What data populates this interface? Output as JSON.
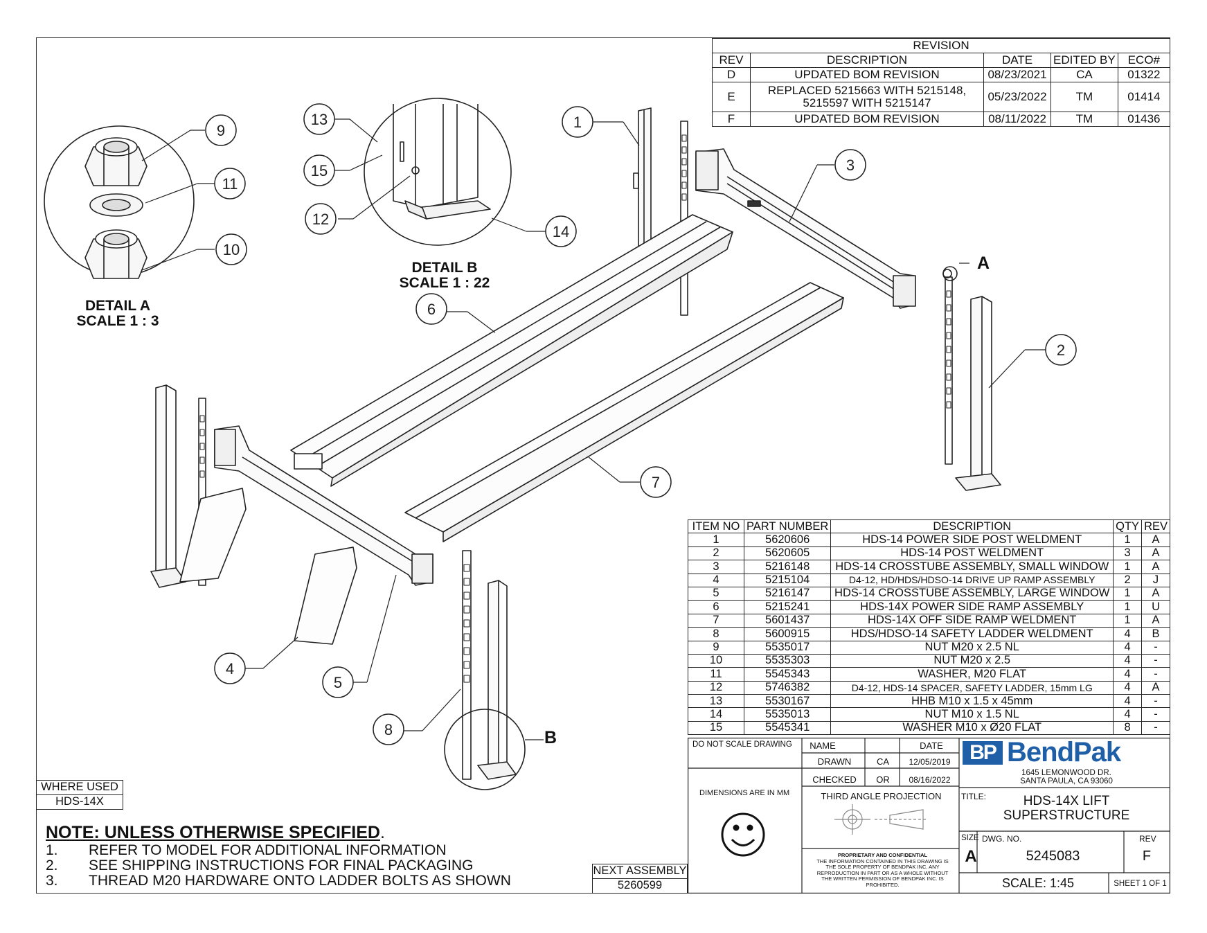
{
  "revision_block": {
    "title": "REVISION",
    "headers": [
      "REV",
      "DESCRIPTION",
      "DATE",
      "EDITED BY",
      "ECO#"
    ],
    "rows": [
      {
        "rev": "D",
        "description": "UPDATED BOM REVISION",
        "date": "08/23/2021",
        "edited_by": "CA",
        "eco": "01322"
      },
      {
        "rev": "E",
        "description_line1": "REPLACED 5215663 WITH 5215148,",
        "description_line2": "5215597 WITH 5215147",
        "date": "05/23/2022",
        "edited_by": "TM",
        "eco": "01414"
      },
      {
        "rev": "F",
        "description": "UPDATED BOM REVISION",
        "date": "08/11/2022",
        "edited_by": "TM",
        "eco": "01436"
      }
    ]
  },
  "bom": {
    "headers": [
      "ITEM NO",
      "PART NUMBER",
      "DESCRIPTION",
      "QTY",
      "REV"
    ],
    "rows": [
      {
        "item": "1",
        "part": "5620606",
        "desc": "HDS-14 POWER SIDE POST WELDMENT",
        "qty": "1",
        "rev": "A"
      },
      {
        "item": "2",
        "part": "5620605",
        "desc": "HDS-14 POST WELDMENT",
        "qty": "3",
        "rev": "A"
      },
      {
        "item": "3",
        "part": "5216148",
        "desc": "HDS-14 CROSSTUBE ASSEMBLY, SMALL WINDOW",
        "qty": "1",
        "rev": "A"
      },
      {
        "item": "4",
        "part": "5215104",
        "desc": "D4-12, HD/HDS/HDSO-14 DRIVE UP RAMP ASSEMBLY",
        "qty": "2",
        "rev": "J"
      },
      {
        "item": "5",
        "part": "5216147",
        "desc": "HDS-14 CROSSTUBE ASSEMBLY, LARGE WINDOW",
        "qty": "1",
        "rev": "A"
      },
      {
        "item": "6",
        "part": "5215241",
        "desc": "HDS-14X POWER SIDE RAMP ASSEMBLY",
        "qty": "1",
        "rev": "U"
      },
      {
        "item": "7",
        "part": "5601437",
        "desc": "HDS-14X OFF SIDE RAMP WELDMENT",
        "qty": "1",
        "rev": "A"
      },
      {
        "item": "8",
        "part": "5600915",
        "desc": "HDS/HDSO-14 SAFETY LADDER WELDMENT",
        "qty": "4",
        "rev": "B"
      },
      {
        "item": "9",
        "part": "5535017",
        "desc": "NUT M20 x 2.5 NL",
        "qty": "4",
        "rev": "-"
      },
      {
        "item": "10",
        "part": "5535303",
        "desc": "NUT M20 x 2.5",
        "qty": "4",
        "rev": "-"
      },
      {
        "item": "11",
        "part": "5545343",
        "desc": "WASHER, M20 FLAT",
        "qty": "4",
        "rev": "-"
      },
      {
        "item": "12",
        "part": "5746382",
        "desc": "D4-12, HDS-14 SPACER, SAFETY LADDER, 15mm LG",
        "qty": "4",
        "rev": "A"
      },
      {
        "item": "13",
        "part": "5530167",
        "desc": "HHB M10 x 1.5 x 45mm",
        "qty": "4",
        "rev": "-"
      },
      {
        "item": "14",
        "part": "5535013",
        "desc": "NUT M10 x 1.5 NL",
        "qty": "4",
        "rev": "-"
      },
      {
        "item": "15",
        "part": "5545341",
        "desc": "WASHER M10 x Ø20 FLAT",
        "qty": "8",
        "rev": "-"
      }
    ]
  },
  "title_block": {
    "do_not_scale": "DO NOT SCALE DRAWING",
    "name_header": "NAME",
    "date_header": "DATE",
    "drawn_label": "DRAWN",
    "drawn_name": "CA",
    "drawn_date": "12/05/2019",
    "checked_label": "CHECKED",
    "checked_name": "OR",
    "checked_date": "08/16/2022",
    "dimensions_note": "DIMENSIONS ARE IN MM",
    "projection": "THIRD ANGLE PROJECTION",
    "proprietary_title": "PROPRIETARY AND CONFIDENTIAL",
    "proprietary_l1": "THE INFORMATION CONTAINED IN THIS DRAWING IS",
    "proprietary_l2": "THE SOLE PROPERTY OF BENDPAK INC. ANY",
    "proprietary_l3": "REPRODUCTION IN PART OR AS A WHOLE WITHOUT",
    "proprietary_l4": "THE WRITTEN PERMISSION OF BENDPAK INC. IS",
    "proprietary_l5": "PROHIBITED.",
    "logo_mark": "BP",
    "logo_name": "BendPak",
    "address_line1": "1645 LEMONWOOD DR.",
    "address_line2": "SANTA PAULA, CA 93060",
    "title_label": "TITLE:",
    "title_line1": "HDS-14X LIFT",
    "title_line2": "SUPERSTRUCTURE",
    "size_label": "SIZE",
    "size": "A",
    "dwg_label": "DWG. NO.",
    "dwg_no": "5245083",
    "rev_label": "REV",
    "rev": "F",
    "scale": "SCALE: 1:45",
    "sheet": "SHEET 1 OF 1"
  },
  "where_used": {
    "label": "WHERE USED",
    "value": "HDS-14X"
  },
  "next_assembly": {
    "label": "NEXT ASSEMBLY",
    "value": "5260599"
  },
  "notes": {
    "title": "NOTE: UNLESS OTHERWISE SPECIFIED",
    "items": [
      {
        "num": "1.",
        "text": "REFER TO MODEL FOR ADDITIONAL INFORMATION"
      },
      {
        "num": "2.",
        "text": "SEE SHIPPING INSTRUCTIONS FOR FINAL PACKAGING"
      },
      {
        "num": "3.",
        "text": "THREAD M20 HARDWARE ONTO LADDER BOLTS AS SHOWN"
      }
    ]
  },
  "details": {
    "a_title": "DETAIL A",
    "a_scale": "SCALE 1 : 3",
    "b_title": "DETAIL B",
    "b_scale": "SCALE 1 : 22",
    "a_letter": "A",
    "b_letter": "B"
  },
  "balloons": [
    "1",
    "2",
    "3",
    "4",
    "5",
    "6",
    "7",
    "8",
    "9",
    "10",
    "11",
    "12",
    "13",
    "14",
    "15"
  ]
}
